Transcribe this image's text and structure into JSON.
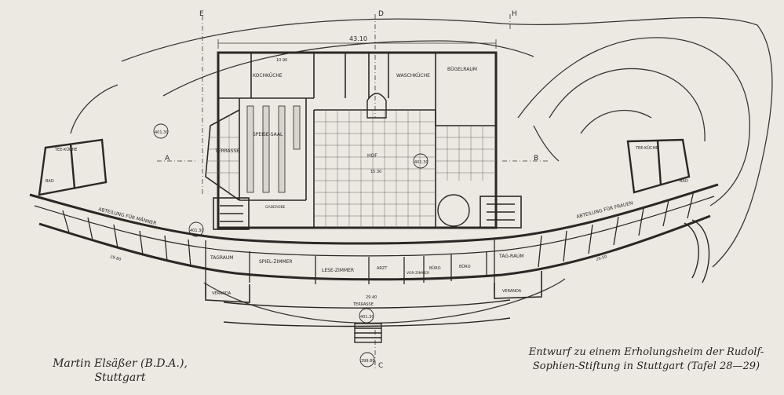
{
  "caption_left": {
    "line1": "Martin Elsäßer (B.D.A.),",
    "line2": "Stuttgart"
  },
  "caption_right": {
    "line1": "Entwurf zu einem Erholungsheim der Rudolf-",
    "line2": "Sophien-Stiftung in Stuttgart (Tafel 28—29)"
  },
  "dimensions": {
    "top_total": "43.10",
    "kitchen_width": "10.90",
    "terrace_width": "29.40",
    "left_wing": "29.80",
    "right_wing": "29.50",
    "courtyard": "15.30"
  },
  "section_marks": {
    "a": "A",
    "b": "B",
    "c": "C",
    "d": "D",
    "h": "H",
    "e": "E"
  },
  "rooms": {
    "kochkueche": "KOCHKÜCHE",
    "speise_saal": "SPEISE-SAAL",
    "terrasse_upper": "TERRASSE",
    "hof": "HOF",
    "waschkueche": "WASCHKÜCHE",
    "buegelraum": "BÜGELRAUM",
    "tee_kueche_l": "TEE-KÜCHE",
    "tee_kueche_r": "TEE-KÜCHE",
    "bad_l": "BAD",
    "bad_r": "BAD",
    "abteilung_maenner": "ABTEILUNG FÜR MÄNNER",
    "abteilung_frauen": "ABTEILUNG FÜR FRAUEN",
    "tagraum_l": "TAGRAUM",
    "tagraum_r": "TAG-RAUM",
    "spielzimmer": "SPIEL-ZIMMER",
    "lesezimmer": "LESE-ZIMMER",
    "arzt": "ARZT",
    "vorzimmer": "VOR-ZIMMER",
    "buero1": "BÜRO",
    "buero2": "BÜRO",
    "veranda_l": "VERANDA",
    "veranda_r": "VERANDA",
    "terrasse_lower": "TERRASSE",
    "gaderobe": "GADEROBE"
  },
  "levels": {
    "l1": "401.30",
    "l2": "401.30",
    "l3": "401.30",
    "l4": "401.30",
    "l5": "399.80"
  }
}
